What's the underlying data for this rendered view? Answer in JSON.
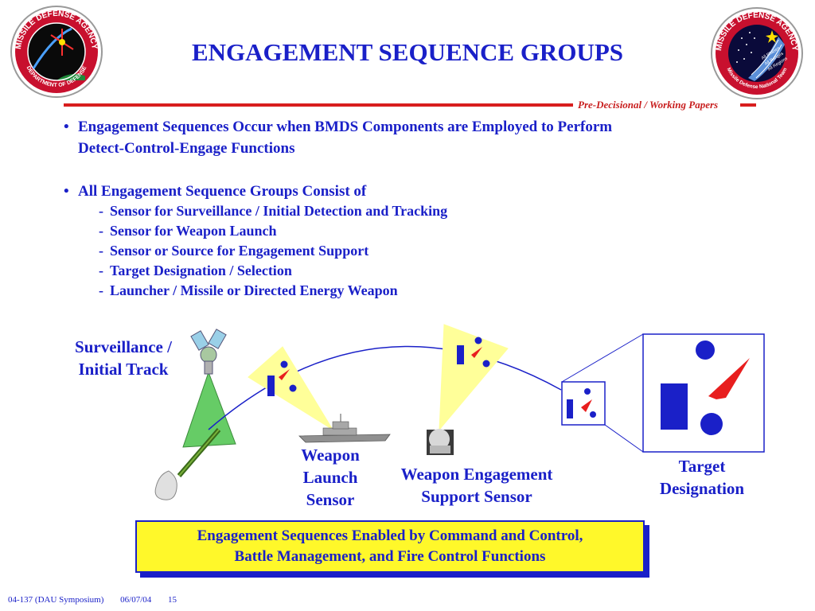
{
  "header": {
    "title": "ENGAGEMENT SEQUENCE GROUPS",
    "classification": "Pre-Decisional / Working Papers",
    "logo_left": {
      "ring_text": "MISSILE DEFENSE AGENCY",
      "bottom_text": "DEPARTMENT OF DEFENSE"
    },
    "logo_right": {
      "ring_text": "MISSILE DEFENSE AGENCY",
      "bottom_text": "Missile Defense National Team",
      "banners": [
        "All Phases",
        "All Ranges",
        "All Regions"
      ]
    }
  },
  "bullets": [
    {
      "line1": "Engagement Sequences Occur when BMDS Components are Employed to Perform",
      "line2": "Detect-Control-Engage Functions"
    },
    {
      "line1": "All Engagement Sequence Groups Consist of"
    }
  ],
  "sub_items": [
    "Sensor for Surveillance / Initial Detection and Tracking",
    "Sensor for Weapon Launch",
    "Sensor or Source for Engagement Support",
    "Target Designation / Selection",
    "Launcher / Missile or Directed Energy Weapon"
  ],
  "diagram": {
    "labels": {
      "surveillance": [
        "Surveillance /",
        "Initial Track"
      ],
      "weapon_launch": [
        "Weapon",
        "Launch",
        "Sensor"
      ],
      "engagement_support": [
        "Weapon Engagement",
        "Support Sensor"
      ],
      "target_designation": [
        "Target",
        "Designation"
      ]
    },
    "icons": [
      "satellite-icon",
      "sensor-cone-icon",
      "missile-icon",
      "ship-icon",
      "radome-icon",
      "target-marker-icon"
    ],
    "colors": {
      "text": "#1a20c8",
      "cone": "#ffff99",
      "radar_beam": "#66cc66",
      "marker_red": "#e81e1e",
      "marker_blue": "#1a20c8"
    }
  },
  "callout": {
    "line1": "Engagement Sequences Enabled by Command and Control,",
    "line2": "Battle Management, and Fire Control Functions"
  },
  "footer": {
    "doc_id": "04-137  (DAU Symposium)",
    "date": "06/07/04",
    "page": "15"
  }
}
